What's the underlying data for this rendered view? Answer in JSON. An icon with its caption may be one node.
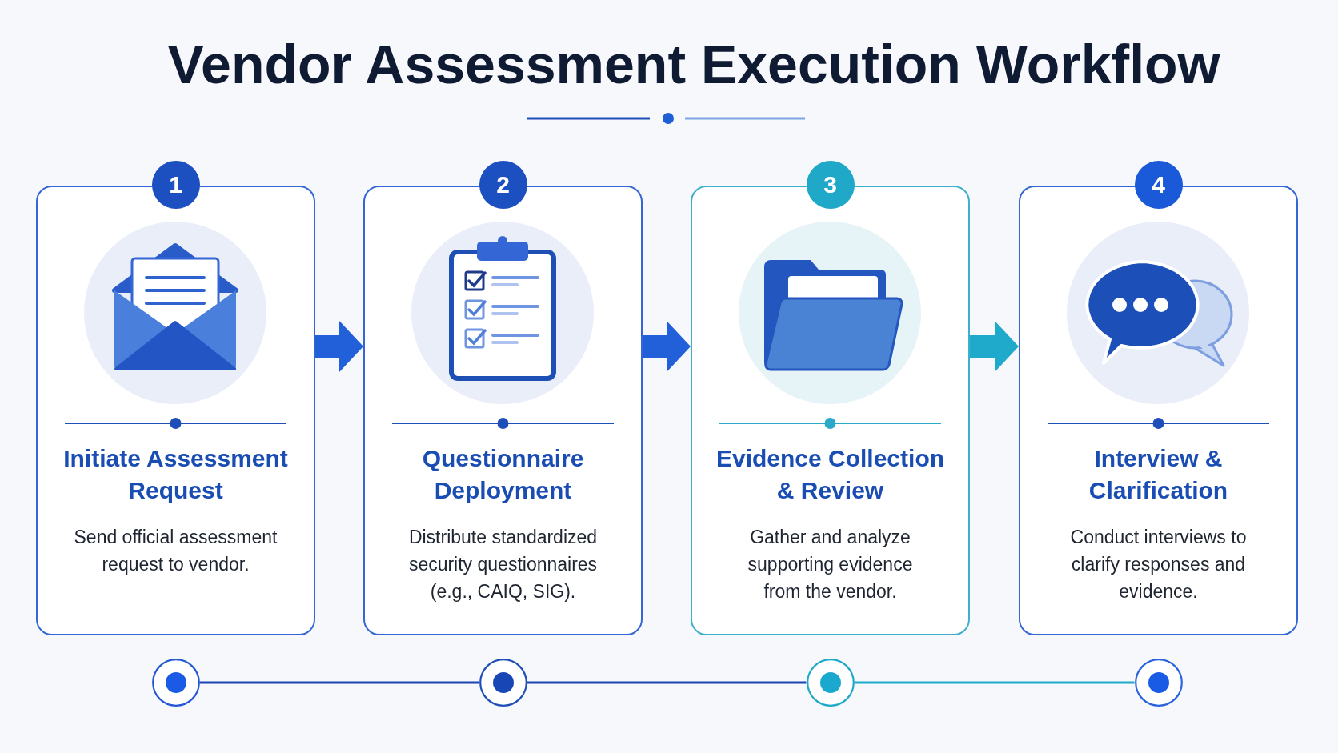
{
  "diagram": {
    "title": "Vendor Assessment Execution Workflow",
    "nodes": [
      {
        "text": [
          "1"
        ]
      },
      {
        "text": [
          "Initiate Assessment Request",
          "Send official assessment request to vendor."
        ]
      },
      {
        "text": [
          "2"
        ]
      },
      {
        "text": [
          "Questionnaire Deployment",
          "Distribute standardized security questionnaires (e.g., CAIQ, SIG)."
        ]
      },
      {
        "text": [
          "3"
        ]
      },
      {
        "text": [
          "Evidence Collection & Review",
          "Gather and analyze supporting evidence from the vendor."
        ]
      },
      {
        "text": [
          "4"
        ]
      },
      {
        "text": [
          "Interview & Clarification",
          "Conduct interviews to clarify responses and evidence."
        ]
      },
      {
        "text": [],
        "shape": "circle"
      },
      {
        "text": [],
        "shape": "circle"
      },
      {
        "text": [],
        "shape": "circle"
      },
      {
        "text": [],
        "shape": "circle"
      }
    ],
    "edges": [
      {
        "from": 1,
        "to": 3,
        "arrow": "to",
        "style": "thick"
      },
      {
        "from": 3,
        "to": 5,
        "arrow": "to",
        "style": "thick"
      },
      {
        "from": 5,
        "to": 7,
        "arrow": "to",
        "style": "thick",
        "color": "#1fa9cb"
      },
      {
        "from": 8,
        "to": 9,
        "arrow": "none"
      },
      {
        "from": 9,
        "to": 10,
        "arrow": "none"
      },
      {
        "from": 10,
        "to": 11,
        "arrow": "none",
        "color": "#1fa9cb"
      }
    ]
  }
}
